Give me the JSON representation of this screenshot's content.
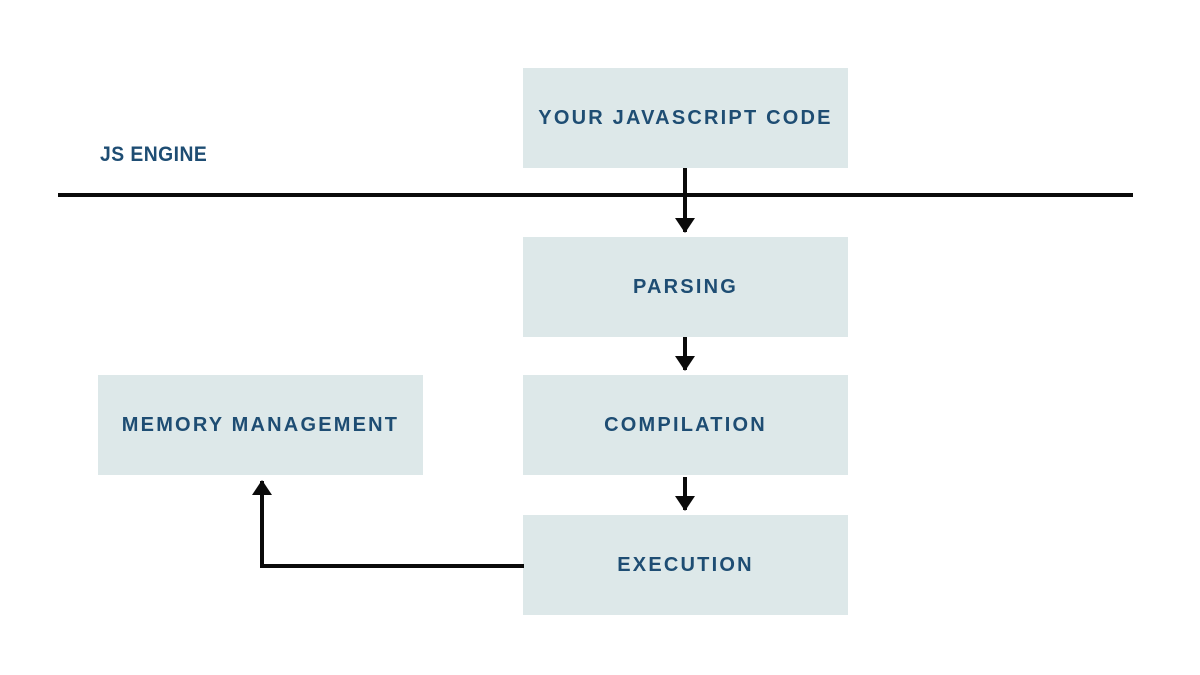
{
  "diagram": {
    "js_engine_label": "JS ENGINE",
    "nodes": [
      {
        "id": "your-javascript-code",
        "label": "YOUR JAVASCRIPT CODE"
      },
      {
        "id": "parsing",
        "label": "PARSING"
      },
      {
        "id": "compilation",
        "label": "COMPILATION"
      },
      {
        "id": "execution",
        "label": "EXECUTION"
      },
      {
        "id": "memory-management",
        "label": "MEMORY MANAGEMENT"
      }
    ],
    "edges": [
      {
        "from": "your-javascript-code",
        "to": "parsing"
      },
      {
        "from": "parsing",
        "to": "compilation"
      },
      {
        "from": "compilation",
        "to": "execution"
      },
      {
        "from": "execution",
        "to": "memory-management"
      }
    ],
    "colors": {
      "background": "#ffffff",
      "box_fill": "#dde8e9",
      "label_text": "#1e4d73",
      "line": "#000000"
    }
  }
}
